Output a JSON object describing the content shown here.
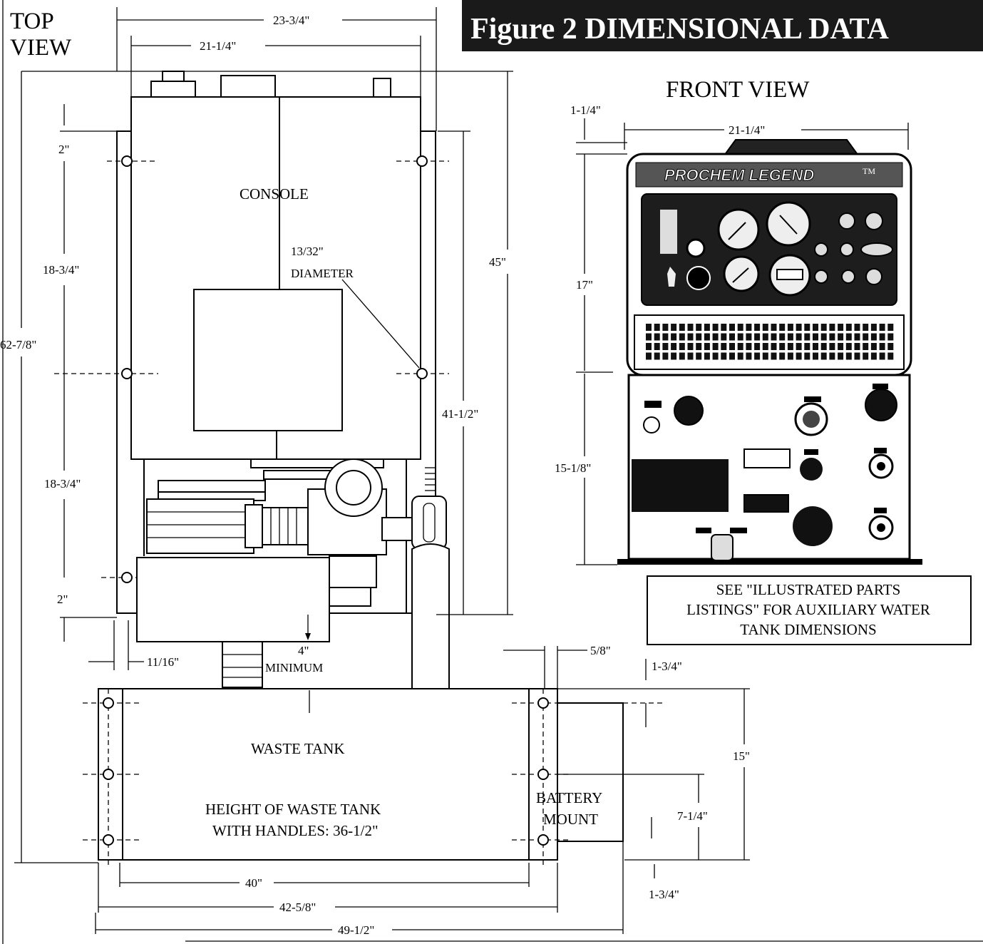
{
  "title": "Figure 2  DIMENSIONAL DATA",
  "top_view": {
    "label_line1": "TOP",
    "label_line2": "VIEW",
    "console": "CONSOLE",
    "hole_size": "13/32\"",
    "hole_word": "DIAMETER",
    "waste_tank": "WASTE TANK",
    "tank_height_line1": "HEIGHT OF WASTE TANK",
    "tank_height_line2": "WITH HANDLES: 36-1/2\"",
    "battery_line1": "BATTERY",
    "battery_line2": "MOUNT",
    "minimum_value": "4\"",
    "minimum_word": "MINIMUM",
    "dims": {
      "overall_width": "23-3/4\"",
      "frame_width": "21-1/4\"",
      "top_offset": "2\"",
      "upper_span": "18-3/4\"",
      "overall_length": "62-7/8\"",
      "lower_span": "18-3/4\"",
      "bottom_offset": "2\"",
      "side_offset": "11/16\"",
      "console_length": "45\"",
      "frame_length": "41-1/2\"",
      "tank_side_offset": "5/8\"",
      "tank_top_offset": "1-3/4\"",
      "tank_depth": "15\"",
      "battery_span": "7-1/4\"",
      "tank_bottom_offset": "1-3/4\"",
      "tank_hole_span": "40\"",
      "tank_width": "42-5/8\"",
      "total_width": "49-1/2\""
    }
  },
  "front_view": {
    "label": "FRONT VIEW",
    "brand": "PROCHEM  LEGEND",
    "trademark": "TM",
    "dims": {
      "top_offset": "1-1/4\"",
      "width": "21-1/4\"",
      "upper_height": "17\"",
      "lower_height": "15-1/8\""
    }
  },
  "note": {
    "line1": "SEE \"ILLUSTRATED PARTS",
    "line2": "LISTINGS\" FOR AUXILIARY WATER",
    "line3": "TANK DIMENSIONS"
  }
}
